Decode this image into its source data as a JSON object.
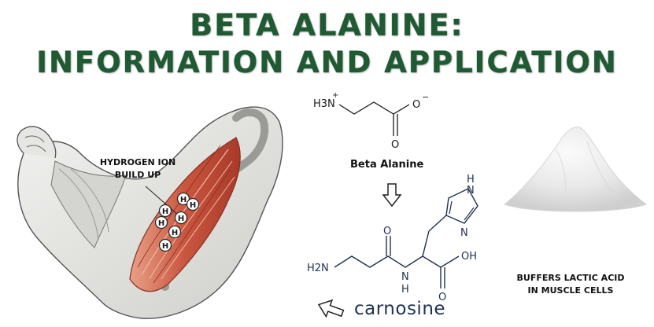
{
  "title": {
    "line1": "BETA ALANINE:",
    "line2": "INFORMATION AND APPLICATION"
  },
  "arm": {
    "label_line1": "HYDROGEN ION",
    "label_line2": "BUILD UP",
    "ion_symbol": "H",
    "ion_count": 7
  },
  "beta_alanine": {
    "name": "Beta Alanine",
    "amine_group": "H3N",
    "charge_plus": "+",
    "oxygen_minus": "O",
    "charge_minus": "−",
    "oxygen_double": "O"
  },
  "carnosine": {
    "name": "carnosine",
    "amine_group": "H2N",
    "amide_oxygen": "O",
    "amide_nh": "N",
    "amide_h": "H",
    "acid_oxygen": "O",
    "acid_group": "OH",
    "ring_n1": "N",
    "ring_h": "H",
    "ring_n2": "N"
  },
  "powder": {
    "caption_line1": "BUFFERS LACTIC ACID",
    "caption_line2": "IN MUSCLE CELLS"
  },
  "colors": {
    "title_green": "#1f5a33",
    "muscle_red": "#c9563f",
    "structure_blue": "#1e3250"
  }
}
